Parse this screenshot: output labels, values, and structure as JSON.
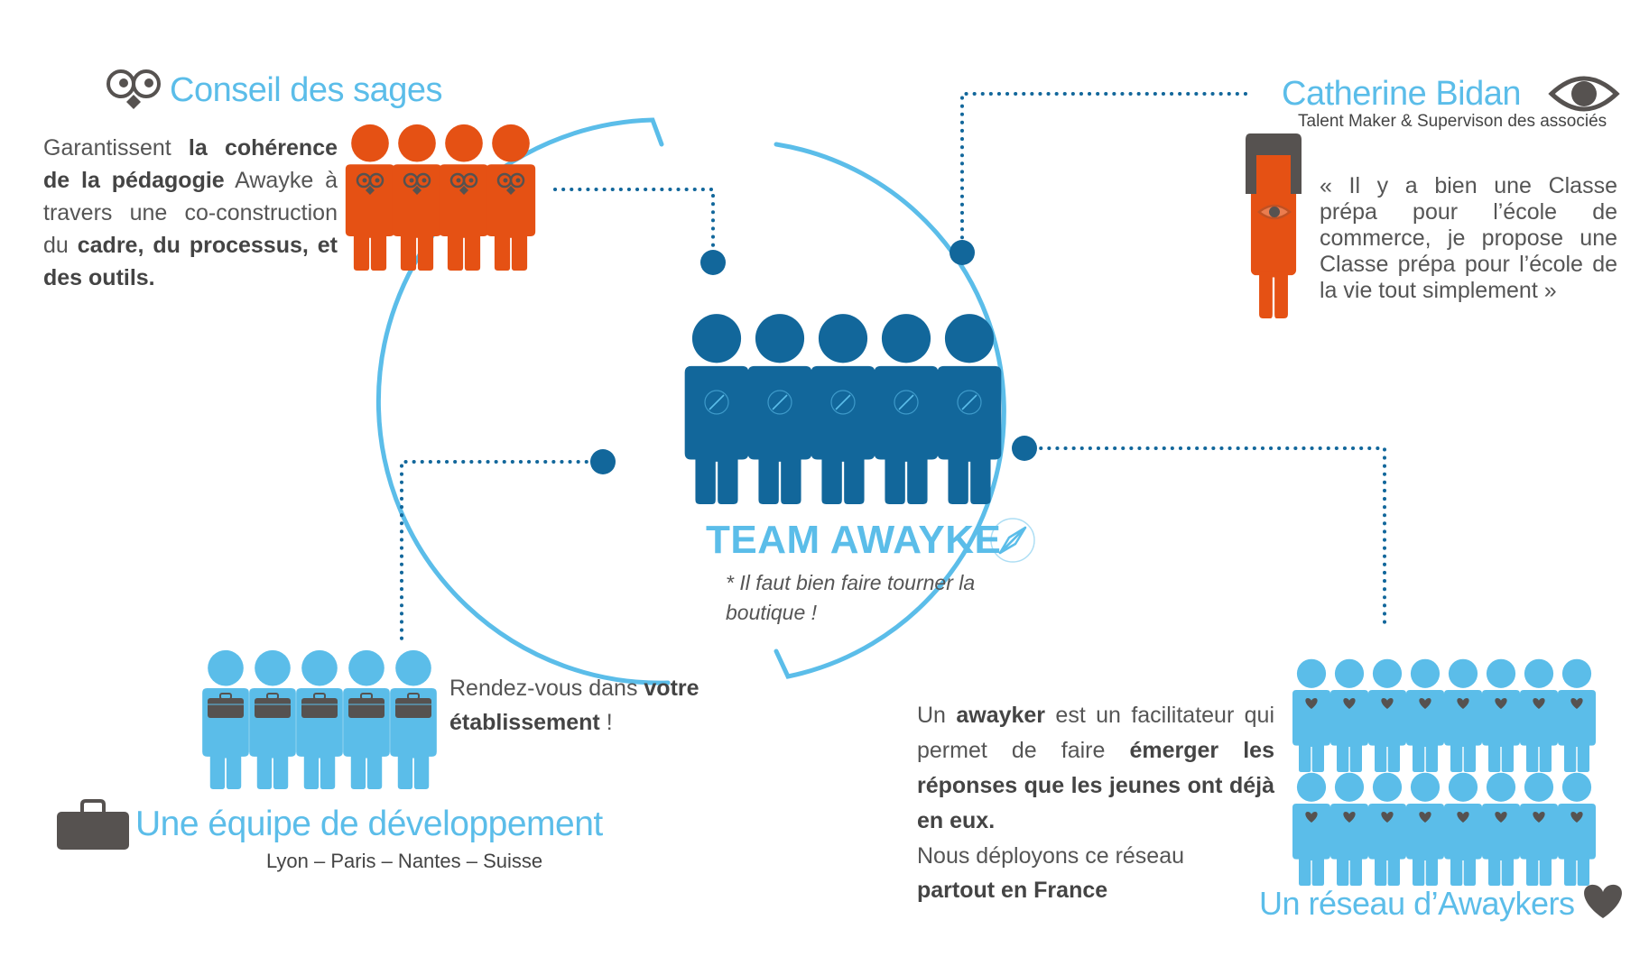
{
  "colors": {
    "orange": "#e55114",
    "dark_blue": "#12679b",
    "light_blue": "#5bbde9",
    "gray": "#565250"
  },
  "conseil": {
    "title": "Conseil des sages",
    "icon": "glasses-owl-icon",
    "text": {
      "p1": "Garantissent ",
      "b1": "la cohérence de la pédagogie",
      "p2": " Awayke à travers une co-construction du ",
      "b2": "cadre, du processus, et des outils."
    }
  },
  "catherine": {
    "title": "Catherine Bidan",
    "icon": "eye-icon",
    "subtitle": "Talent Maker & Supervison des associés",
    "quote": "« Il y a bien une Classe prépa pour l’école de commerce, je propose une Classe prépa pour l’école de la vie tout simplement »"
  },
  "team": {
    "title": "TEAM AWAYKE",
    "icon": "compass-icon",
    "note": "* Il faut bien faire tourner la boutique !"
  },
  "equipe": {
    "title": "Une équipe de développement",
    "icon": "briefcase-icon",
    "cities": "Lyon – Paris – Nantes – Suisse",
    "text": {
      "p1": "Rendez-vous dans ",
      "b1": "votre établissement",
      "p2": " !"
    }
  },
  "reseau": {
    "title": "Un réseau d’Awaykers",
    "icon": "heart-icon",
    "text": {
      "p1": "Un ",
      "b1": "awayker",
      "p2": " est un facilitateur qui permet de faire ",
      "b2": "émerger les réponses que les jeunes ont déjà en eux.",
      "p3": "Nous déployons ce réseau ",
      "b3": "partout en France"
    }
  }
}
